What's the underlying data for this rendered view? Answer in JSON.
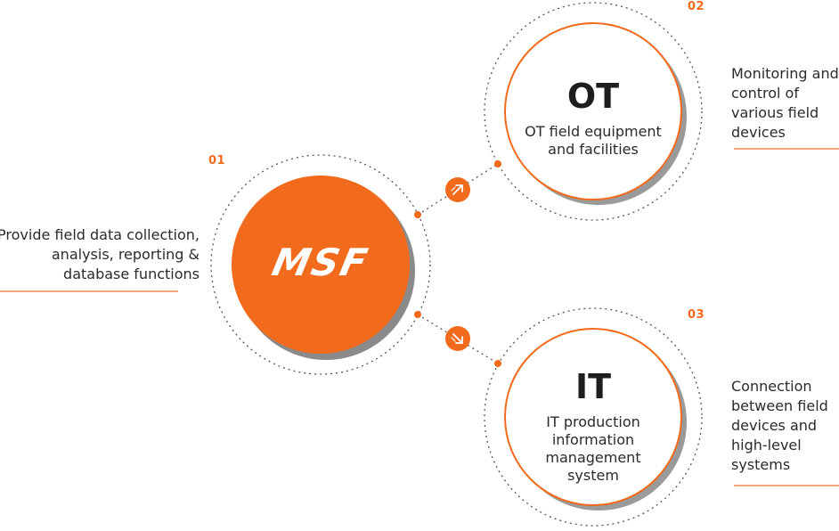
{
  "colors": {
    "accent": "#f26a1b",
    "line": "#f4a47a",
    "text": "#2b2b2b",
    "shadow": "#8a8a8a"
  },
  "center": {
    "number": "01",
    "logo": "MSF",
    "description_lines": [
      "Provide field data collection,",
      "analysis, reporting &",
      "database functions"
    ]
  },
  "ot": {
    "number": "02",
    "title": "OT",
    "subtitle_lines": [
      "OT field equipment",
      "and facilities"
    ],
    "description_lines": [
      "Monitoring and",
      "control of",
      "various field",
      "devices"
    ],
    "arrow_icon": "arrow-up-right-icon"
  },
  "it": {
    "number": "03",
    "title": "IT",
    "subtitle_lines": [
      "IT production",
      "information",
      "management",
      "system"
    ],
    "description_lines": [
      "Connection",
      "between field",
      "devices and",
      "high-level",
      "systems"
    ],
    "arrow_icon": "arrow-down-right-icon"
  }
}
